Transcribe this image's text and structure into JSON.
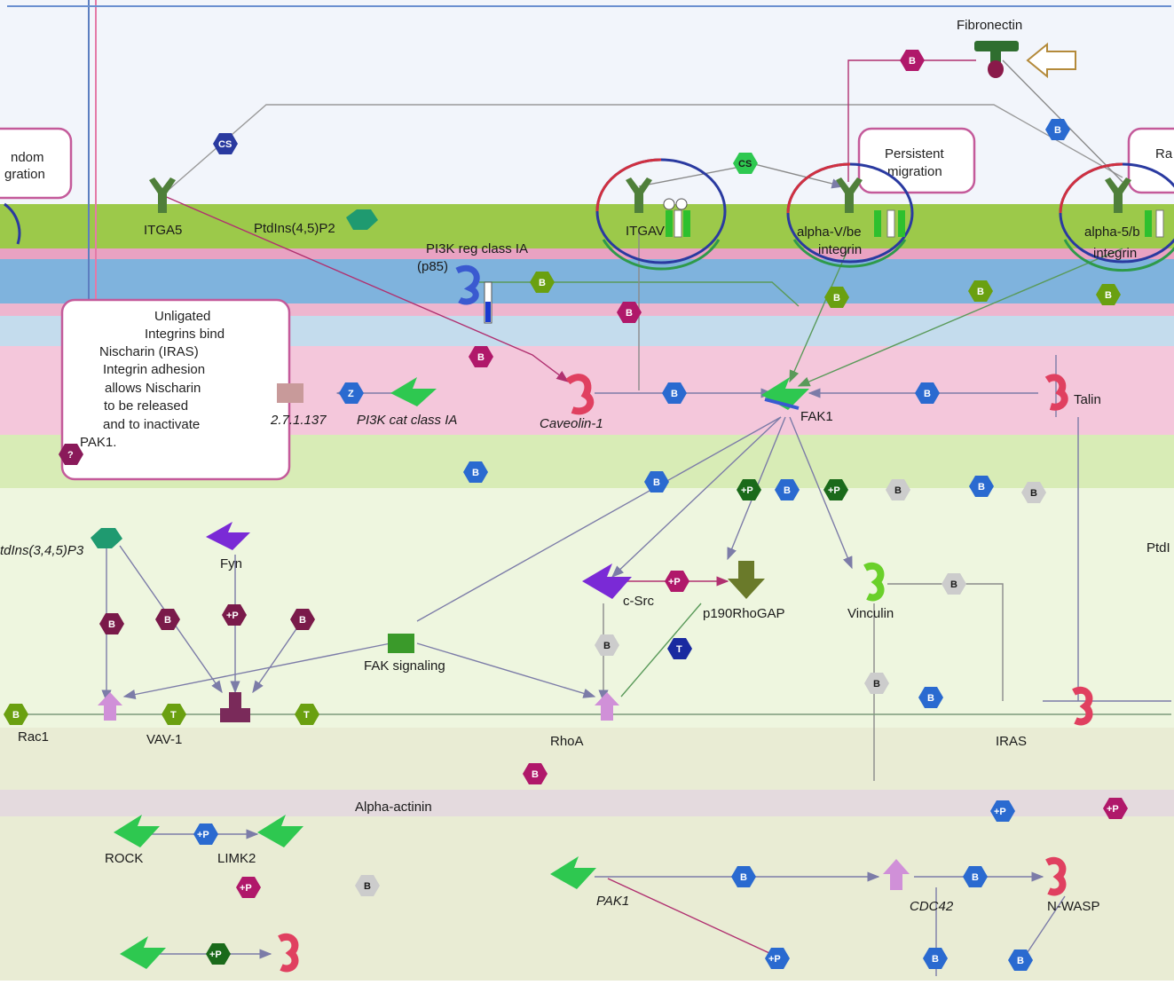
{
  "stimulus": {
    "label": "Fibronectin"
  },
  "callouts": [
    {
      "id": "random-left",
      "lines": [
        "ndom",
        "gration"
      ]
    },
    {
      "id": "persistent",
      "lines": [
        "Persistent",
        "migration"
      ]
    },
    {
      "id": "random-right",
      "lines": [
        "Ra",
        ""
      ]
    },
    {
      "id": "unligated",
      "lines": [
        "Unligated",
        "Integrins bind",
        "Nischarin (IRAS)",
        "Integrin adhesion",
        "allows Nischarin",
        "to be released",
        "and to inactivate",
        "PAK1."
      ]
    }
  ],
  "nodes": {
    "itga5": "ITGA5",
    "ptdins45p2": "PtdIns(4,5)P2",
    "itgav": "ITGAV",
    "alpha_v": [
      "alpha-V/be",
      "integrin"
    ],
    "alpha_5": [
      "alpha-5/b",
      "integrin"
    ],
    "pi3k_reg": [
      "PI3K reg class IA",
      "(p85)"
    ],
    "enzyme_2_7_1_137": "2.7.1.137",
    "pi3k_cat": "PI3K cat class IA",
    "caveolin": "Caveolin-1",
    "fak1": "FAK1",
    "talin": "Talin",
    "ptdins345p3_left": "tdIns(3,4,5)P3",
    "ptdins_right": "PtdI",
    "fyn": "Fyn",
    "c_src": "c-Src",
    "p190": "p190RhoGAP",
    "vinculin": "Vinculin",
    "fak_signaling": "FAK signaling",
    "rac1": "Rac1",
    "vav1": "VAV-1",
    "rhoa": "RhoA",
    "iras": "IRAS",
    "alpha_actinin": "Alpha-actinin",
    "rock": "ROCK",
    "limk2": "LIMK2",
    "pak1": "PAK1",
    "cdc42": "CDC42",
    "n_wasp": "N-WASP"
  },
  "badges": {
    "B": "B",
    "CS": "CS",
    "P": "+P",
    "Z": "Z",
    "T": "T",
    "Q": "?",
    "Bp": "B"
  },
  "colors": {
    "membrane_green": "#9cc94a",
    "membrane_pink": "#e07aa8",
    "membrane_blue": "#7fb3dd",
    "cytoplasm_green": "#dff0c8",
    "binding": "#2e8b2e",
    "phospho": "#b0186a",
    "cs": "#2a3aa0",
    "inhibit": "#8a8a8a",
    "enzyme_green": "#3ec95a",
    "kinase_purple": "#7a2ad6"
  }
}
